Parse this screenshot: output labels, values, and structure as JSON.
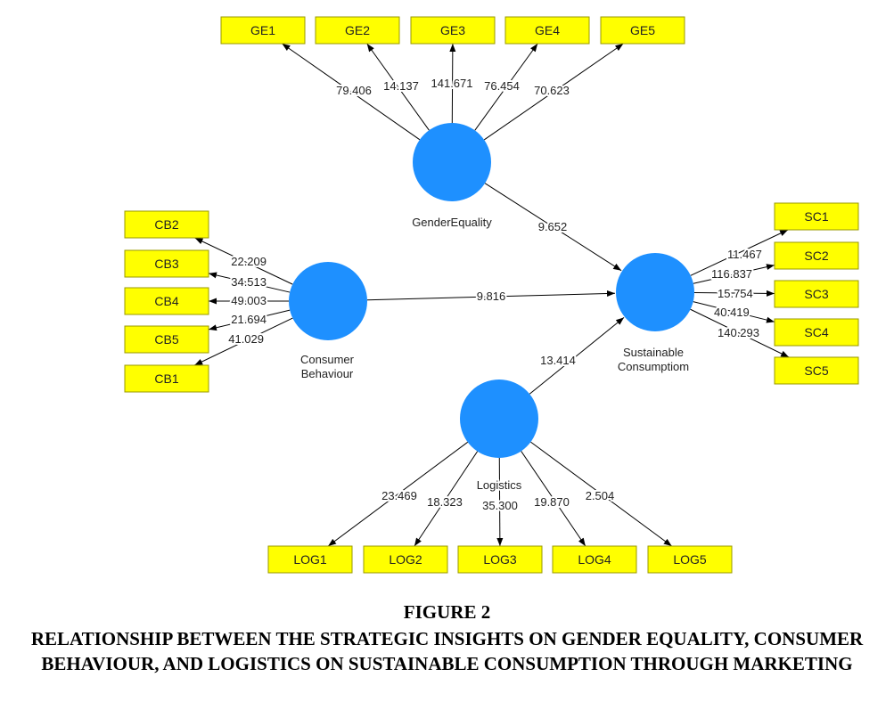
{
  "diagram": {
    "colors": {
      "construct_fill": "#1e90ff",
      "indicator_fill": "#ffff00",
      "indicator_border": "#9a9a00",
      "arrow": "#000000"
    },
    "constructs": [
      {
        "id": "GE",
        "label": "GenderEquality"
      },
      {
        "id": "CB",
        "label": "Consumer Behaviour"
      },
      {
        "id": "SCo",
        "label": "Sustainable Consumptiom"
      },
      {
        "id": "LOG",
        "label": "Logistics"
      }
    ],
    "indicators": [
      {
        "id": "GE1",
        "label": "GE1"
      },
      {
        "id": "GE2",
        "label": "GE2"
      },
      {
        "id": "GE3",
        "label": "GE3"
      },
      {
        "id": "GE4",
        "label": "GE4"
      },
      {
        "id": "GE5",
        "label": "GE5"
      },
      {
        "id": "CB2",
        "label": "CB2"
      },
      {
        "id": "CB3",
        "label": "CB3"
      },
      {
        "id": "CB4",
        "label": "CB4"
      },
      {
        "id": "CB5",
        "label": "CB5"
      },
      {
        "id": "CB1",
        "label": "CB1"
      },
      {
        "id": "SC1",
        "label": "SC1"
      },
      {
        "id": "SC2",
        "label": "SC2"
      },
      {
        "id": "SC3",
        "label": "SC3"
      },
      {
        "id": "SC4",
        "label": "SC4"
      },
      {
        "id": "SC5",
        "label": "SC5"
      },
      {
        "id": "LOG1",
        "label": "LOG1"
      },
      {
        "id": "LOG2",
        "label": "LOG2"
      },
      {
        "id": "LOG3",
        "label": "LOG3"
      },
      {
        "id": "LOG4",
        "label": "LOG4"
      },
      {
        "id": "LOG5",
        "label": "LOG5"
      }
    ],
    "outer_paths": [
      {
        "from": "GE",
        "to": "GE1",
        "value": "79.406"
      },
      {
        "from": "GE",
        "to": "GE2",
        "value": "14.137"
      },
      {
        "from": "GE",
        "to": "GE3",
        "value": "141.671"
      },
      {
        "from": "GE",
        "to": "GE4",
        "value": "76.454"
      },
      {
        "from": "GE",
        "to": "GE5",
        "value": "70.623"
      },
      {
        "from": "CB",
        "to": "CB2",
        "value": "22.209"
      },
      {
        "from": "CB",
        "to": "CB3",
        "value": "34.513"
      },
      {
        "from": "CB",
        "to": "CB4",
        "value": "49.003"
      },
      {
        "from": "CB",
        "to": "CB5",
        "value": "21.694"
      },
      {
        "from": "CB",
        "to": "CB1",
        "value": "41.029"
      },
      {
        "from": "SCo",
        "to": "SC1",
        "value": "11.467"
      },
      {
        "from": "SCo",
        "to": "SC2",
        "value": "116.837"
      },
      {
        "from": "SCo",
        "to": "SC3",
        "value": "15.754"
      },
      {
        "from": "SCo",
        "to": "SC4",
        "value": "40.419"
      },
      {
        "from": "SCo",
        "to": "SC5",
        "value": "140.293"
      },
      {
        "from": "LOG",
        "to": "LOG1",
        "value": "23.469"
      },
      {
        "from": "LOG",
        "to": "LOG2",
        "value": "18.323"
      },
      {
        "from": "LOG",
        "to": "LOG3",
        "value": "35.300"
      },
      {
        "from": "LOG",
        "to": "LOG4",
        "value": "19.870"
      },
      {
        "from": "LOG",
        "to": "LOG5",
        "value": "2.504"
      }
    ],
    "inner_paths": [
      {
        "from": "GE",
        "to": "SCo",
        "value": "9.652"
      },
      {
        "from": "CB",
        "to": "SCo",
        "value": "9.816"
      },
      {
        "from": "LOG",
        "to": "SCo",
        "value": "13.414"
      }
    ]
  },
  "caption": {
    "figure": "FIGURE 2",
    "title": "RELATIONSHIP BETWEEN THE STRATEGIC INSIGHTS ON GENDER EQUALITY, CONSUMER BEHAVIOUR, AND LOGISTICS ON SUSTAINABLE CONSUMPTION THROUGH MARKETING"
  }
}
